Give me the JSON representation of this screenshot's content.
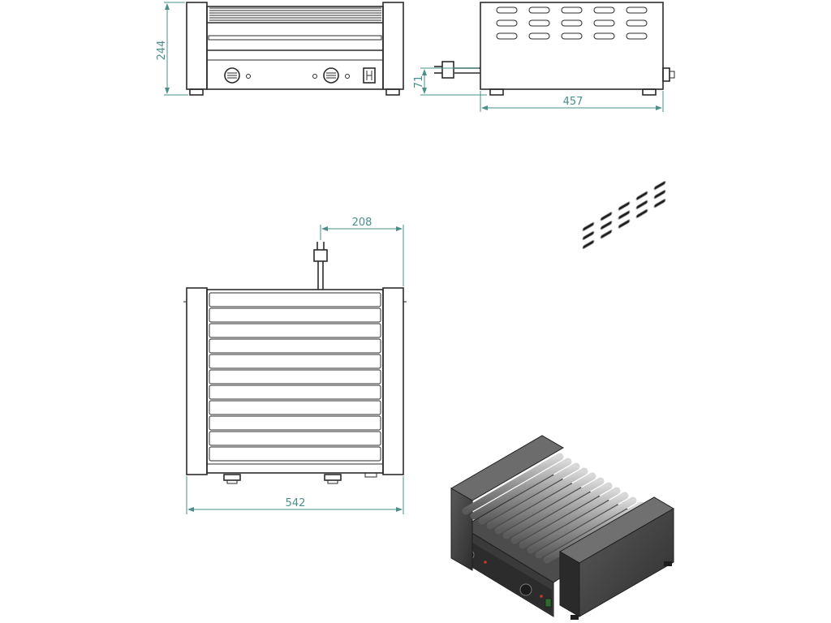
{
  "dimensions": {
    "front_height": "244",
    "side_foot_height": "71",
    "side_depth": "457",
    "top_cable_offset": "208",
    "top_width": "542"
  },
  "colors": {
    "dimension_line": "#4a8f8a",
    "outline": "#2b2b2b",
    "render_dark": "#3d3d3d",
    "render_roller": "#8a8a8a"
  }
}
